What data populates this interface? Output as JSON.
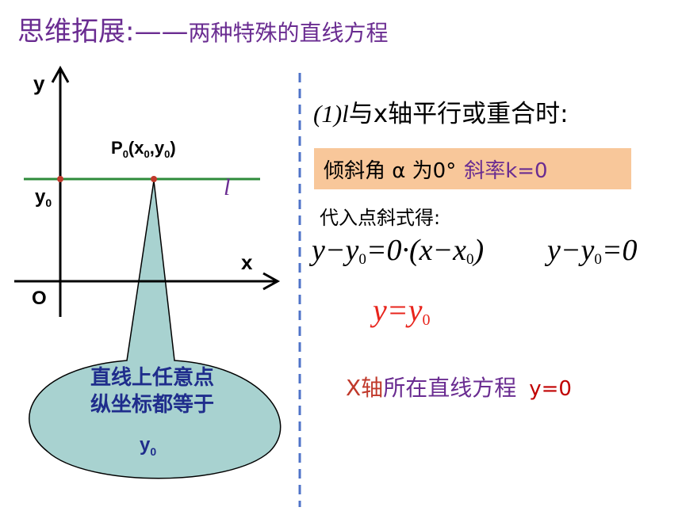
{
  "title": {
    "main": "思维拓展:——",
    "sub": "两种特殊的直线方程"
  },
  "figure": {
    "axis_y_label": "y",
    "axis_x_label": "x",
    "origin_label": "O",
    "y0_label": "y",
    "y0_sub": "0",
    "point_label": "P",
    "point_sub": "0",
    "point_coords_open": "(x",
    "point_coords_mid": ",y",
    "point_coords_close": ")",
    "line_label": "l",
    "colors": {
      "line": "#2e8b3a",
      "points": "#c0392b",
      "callout_fill": "#a8d2d0",
      "divider": "#4f73c8"
    }
  },
  "callout": {
    "line1": "直线上任意点",
    "line2": "纵坐标都等于",
    "y": "y",
    "y_sub": "0"
  },
  "case": {
    "number": "(1)",
    "line_name": "l",
    "text": "与x轴平行或重合时:",
    "angle_text": "倾斜角 α 为0°",
    "slope_text": "斜率k=0",
    "substitute_text": "代入点斜式得:",
    "eq1_a": "y−y",
    "eq1_b": "=0·(x−x",
    "eq1_c": ")",
    "eq2_a": "y−y",
    "eq2_b": "=0",
    "eq3_a": "y=y",
    "sub0": "0",
    "xaxis_a": "X轴",
    "xaxis_b": "所在直线方程",
    "xaxis_c": "y=0"
  }
}
